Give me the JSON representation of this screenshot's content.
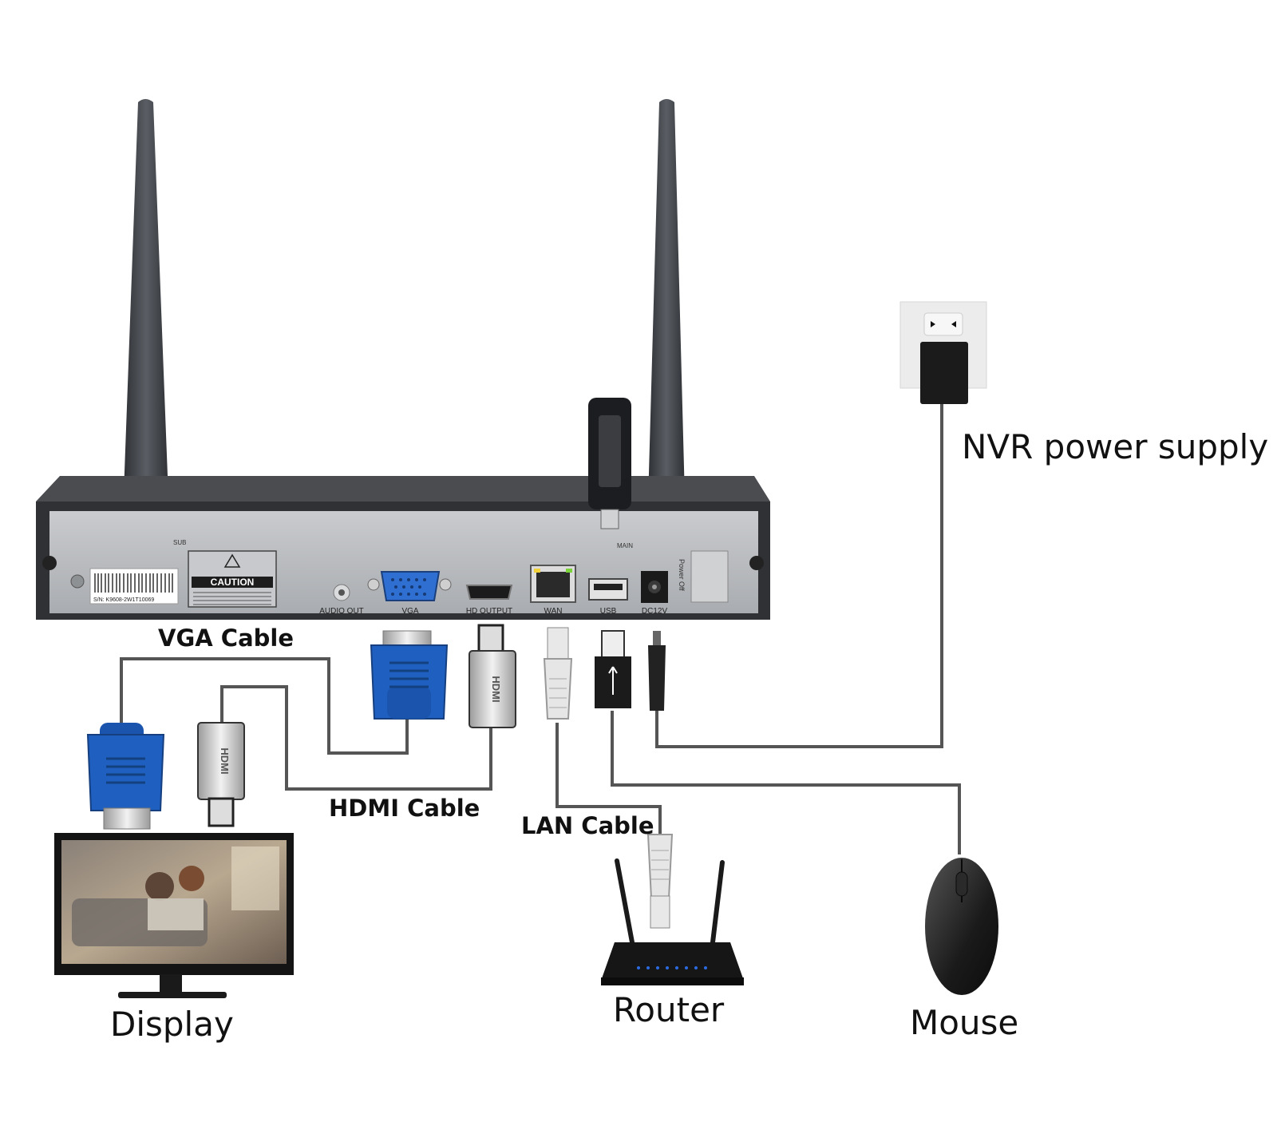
{
  "nvr": {
    "ports": [
      {
        "id": "audio",
        "label": "AUDIO OUT"
      },
      {
        "id": "vga",
        "label": "VGA"
      },
      {
        "id": "hdmi",
        "label": "HD OUTPUT"
      },
      {
        "id": "wan",
        "label": "WAN"
      },
      {
        "id": "usb",
        "label": "USB"
      },
      {
        "id": "dc",
        "label": "DC12V"
      }
    ],
    "caution_label": "CAUTION",
    "serial_label": "S/N: K9608-2W1T10069",
    "antenna_sub_label": "SUB",
    "antenna_main_label": "MAIN",
    "power_switch_label": "Power Off"
  },
  "cables": {
    "vga": "VGA Cable",
    "hdmi": "HDMI Cable",
    "lan": "LAN Cable"
  },
  "connector_text": {
    "hdmi": "HDMI"
  },
  "devices": {
    "display": "Display",
    "router": "Router",
    "mouse": "Mouse",
    "power": "NVR power supply"
  },
  "colors": {
    "cable": "#555555",
    "vga_blue": "#1f5fbf",
    "nvr_panel": "#b9bcbf",
    "antenna": "#3a3d42"
  }
}
